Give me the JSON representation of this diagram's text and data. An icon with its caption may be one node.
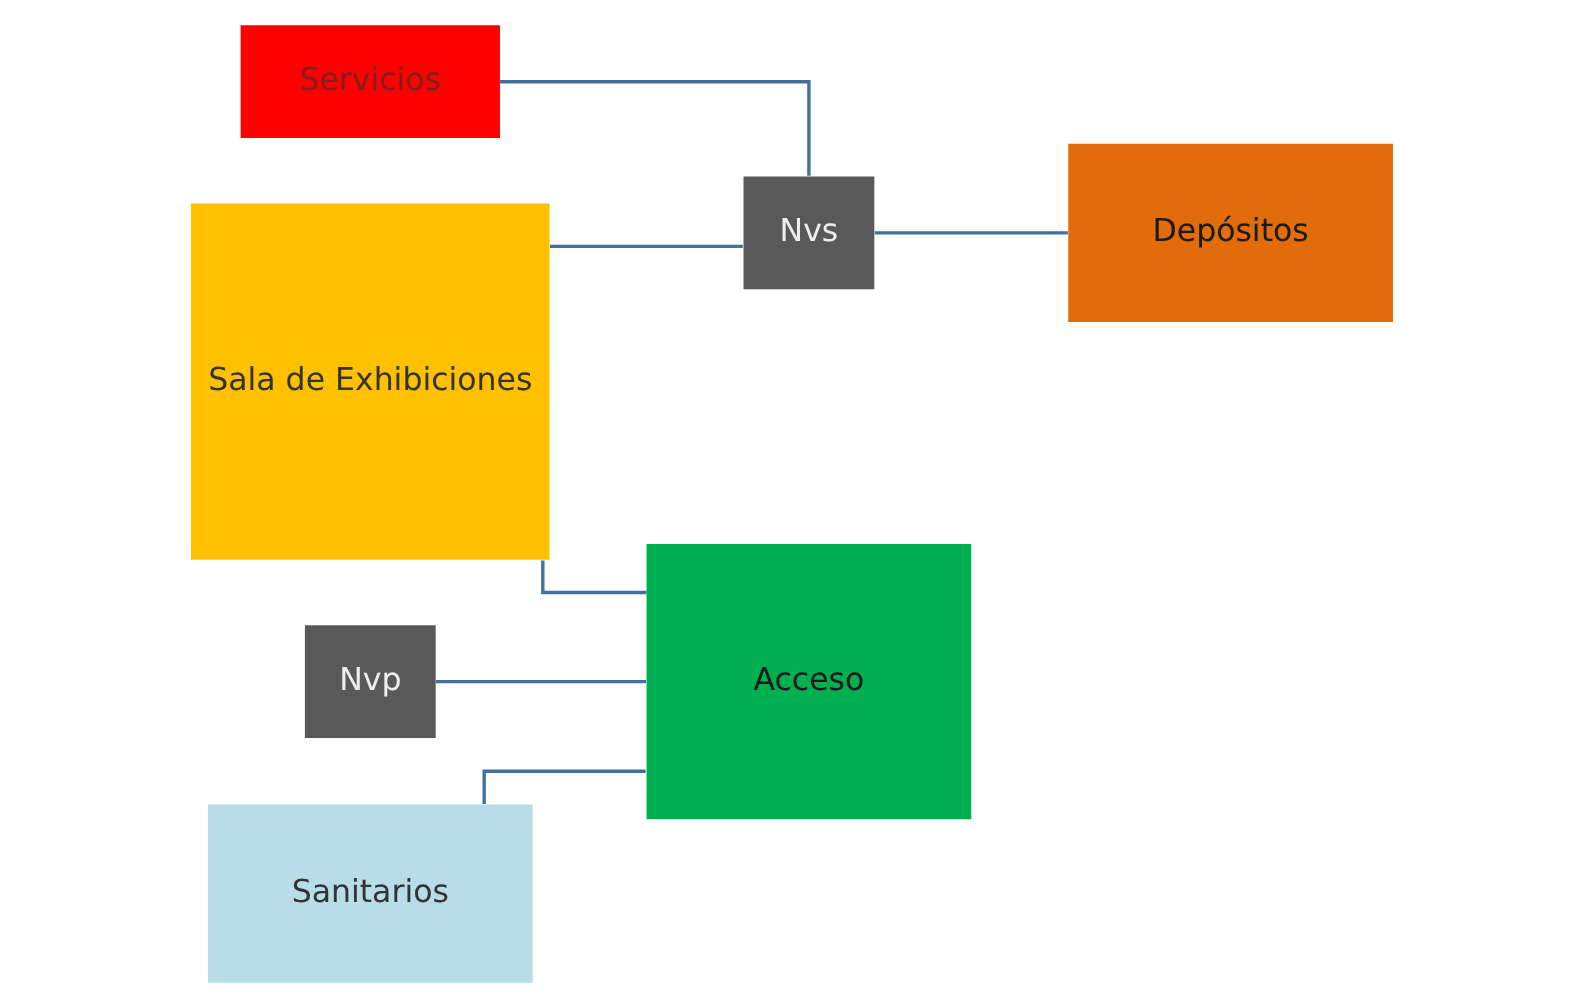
{
  "diagram": {
    "nodes": [
      {
        "text": [
          "Sala de Exhibiciones"
        ]
      },
      {
        "text": [
          "Servicios"
        ]
      },
      {
        "text": [
          "Nvs"
        ]
      },
      {
        "text": [
          "Nvp"
        ]
      },
      {
        "text": [
          "Acceso"
        ]
      },
      {
        "text": [
          "Depósitos"
        ]
      },
      {
        "text": [
          "Sanitarios"
        ]
      }
    ],
    "edges": [
      {
        "from": 0,
        "to": 2,
        "arrow": "none"
      },
      {
        "from": 1,
        "to": 2,
        "arrow": "none"
      },
      {
        "from": 2,
        "to": 5,
        "arrow": "none"
      },
      {
        "from": 3,
        "to": 4,
        "arrow": "none"
      },
      {
        "from": 0,
        "to": 4,
        "arrow": "none"
      },
      {
        "from": 6,
        "to": 4,
        "arrow": "none"
      }
    ]
  }
}
